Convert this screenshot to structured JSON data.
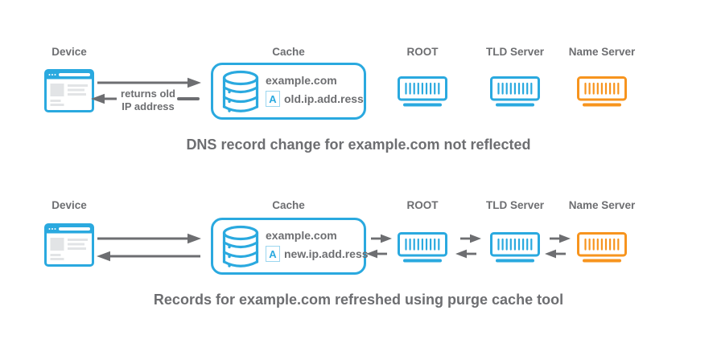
{
  "colors": {
    "blue": "#2AA9DF",
    "orange": "#F7941E",
    "gray": "#6D6E71",
    "icon_fill_gray": "#E2E4E6"
  },
  "icons": {
    "device": "browser-window-icon",
    "cache": "database-cylinder-icon",
    "dns_server": "server-rack-icon",
    "flow": "arrow-icon"
  },
  "rows": [
    {
      "device_label": "Device",
      "cache_label": "Cache",
      "domain": "example.com",
      "record_type": "A",
      "record_value": "old.ip.add.ress",
      "return_line1": "returns old",
      "return_line2": "IP address",
      "servers": [
        {
          "label": "ROOT",
          "color": "blue"
        },
        {
          "label": "TLD Server",
          "color": "blue"
        },
        {
          "label": "Name Server",
          "color": "orange"
        }
      ],
      "caption": "DNS record change for example.com not reflected"
    },
    {
      "device_label": "Device",
      "cache_label": "Cache",
      "domain": "example.com",
      "record_type": "A",
      "record_value": "new.ip.add.ress",
      "servers": [
        {
          "label": "ROOT",
          "color": "blue"
        },
        {
          "label": "TLD Server",
          "color": "blue"
        },
        {
          "label": "Name Server",
          "color": "orange"
        }
      ],
      "caption": "Records for example.com refreshed using purge cache tool"
    }
  ]
}
